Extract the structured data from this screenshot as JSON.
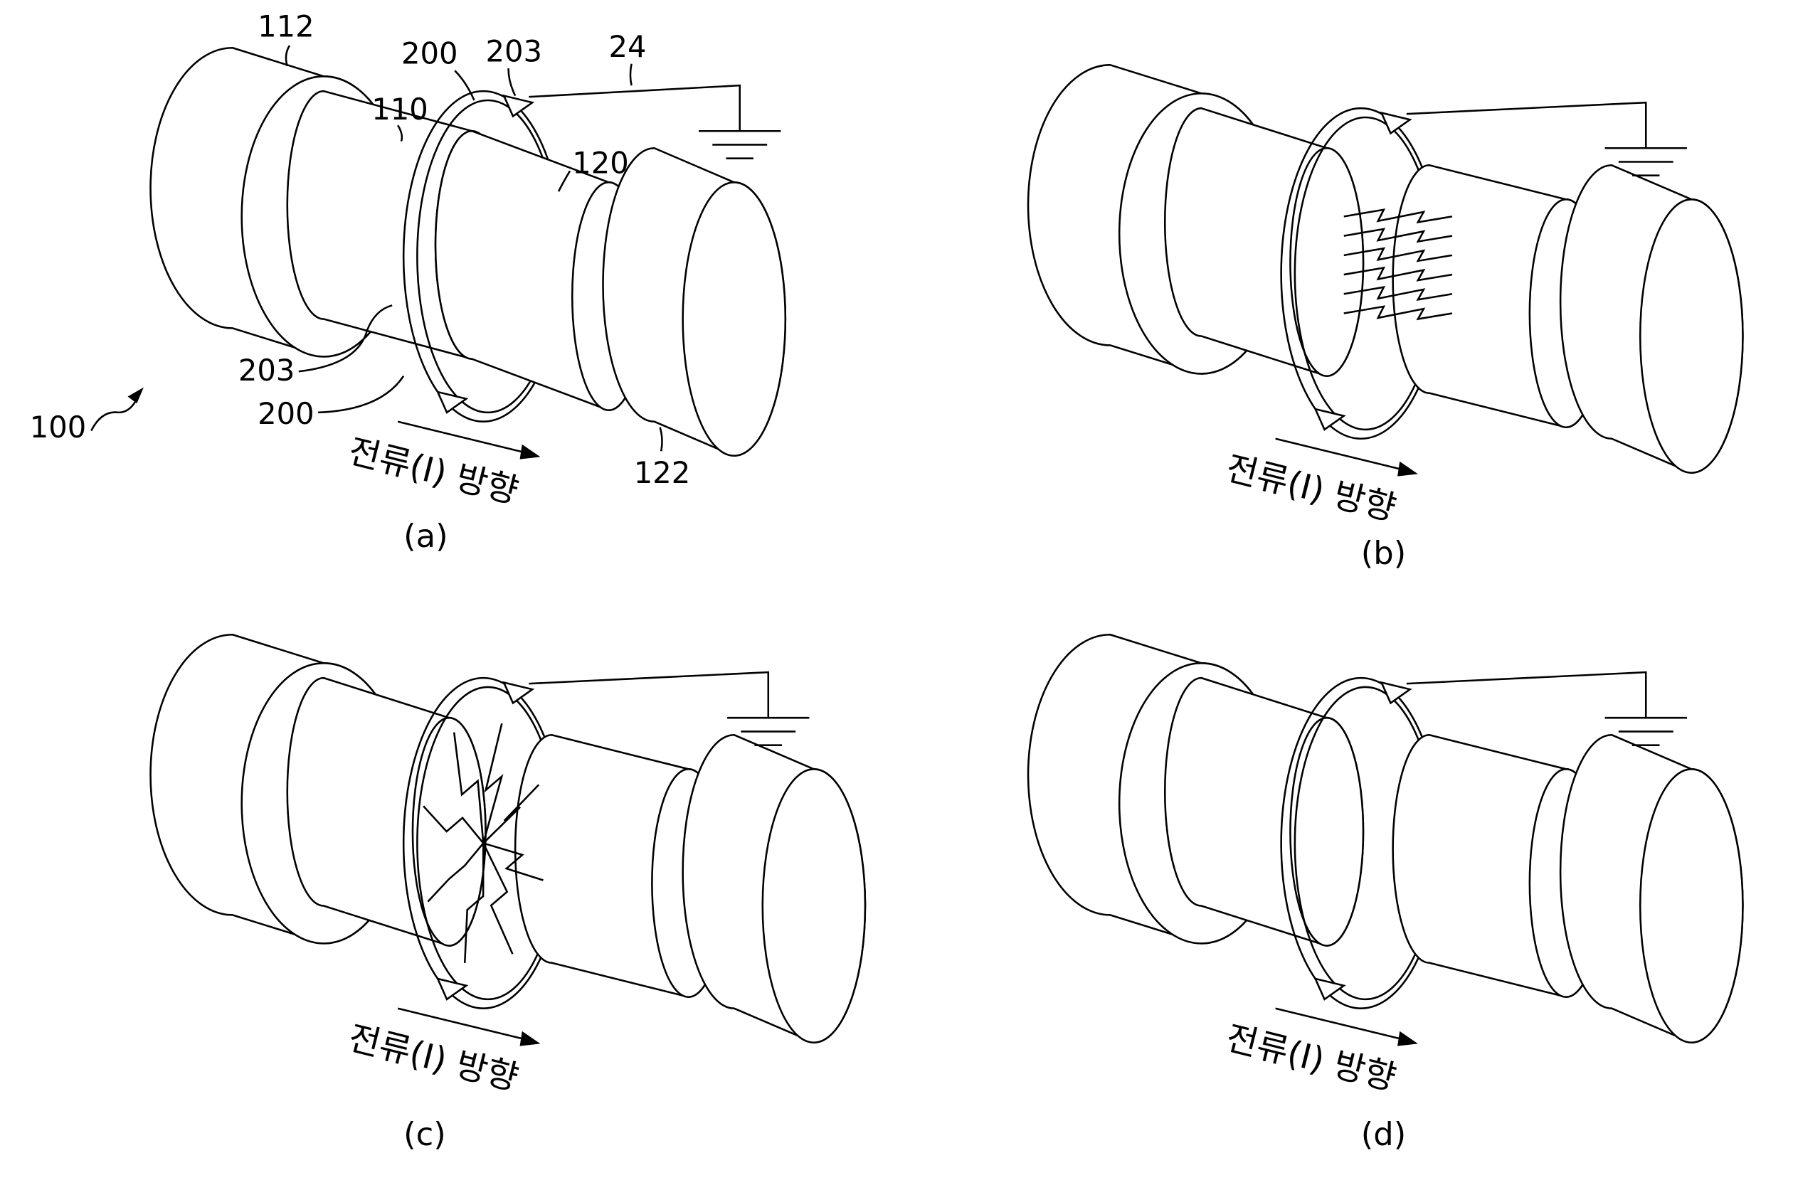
{
  "labels": {
    "l112": "112",
    "l110": "110",
    "l200_top": "200",
    "l203_top": "203",
    "l24": "24",
    "l120": "120",
    "l203_bottom": "203",
    "l200_bottom": "200",
    "l100": "100",
    "l122": "122"
  },
  "panels": [
    {
      "id": "a",
      "caption": "(a)",
      "current_label": "전류(I) 방향",
      "state": "labeled"
    },
    {
      "id": "b",
      "caption": "(b)",
      "current_label": "전류(I) 방향",
      "state": "arc-horizontal"
    },
    {
      "id": "c",
      "caption": "(c)",
      "current_label": "전류(I) 방향",
      "state": "arc-radial"
    },
    {
      "id": "d",
      "caption": "(d)",
      "current_label": "전류(I) 방향",
      "state": "separated"
    }
  ]
}
